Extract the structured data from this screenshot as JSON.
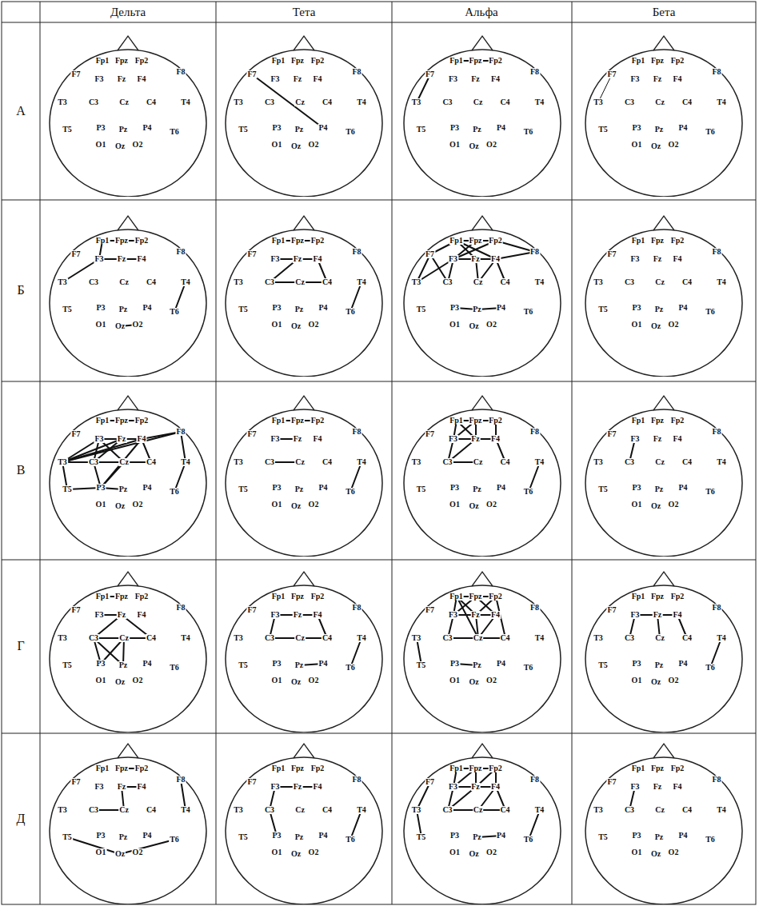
{
  "diagram": {
    "nodes": [
      {
        "text": [
          "Fp1",
          "Fpz",
          "Fp2",
          "F7",
          "F3",
          "Fz",
          "F4",
          "F8",
          "T3",
          "C3",
          "Cz",
          "C4",
          "T4",
          "T5",
          "P3",
          "Pz",
          "P4",
          "T6",
          "O1",
          "Oz",
          "O2"
        ]
      },
      {
        "text": [
          "Fp1",
          "Fpz",
          "Fp2",
          "F7",
          "F3",
          "Fz",
          "F4",
          "F8",
          "T3",
          "C3",
          "Cz",
          "C4",
          "T4",
          "T5",
          "P3",
          "Pz",
          "P4",
          "T6",
          "O1",
          "Oz",
          "O2"
        ]
      },
      {
        "text": [
          "Fp1",
          "Fpz",
          "Fp2",
          "F7",
          "F3",
          "Fz",
          "F4",
          "F8",
          "T3",
          "C3",
          "Cz",
          "C4",
          "T4",
          "T5",
          "P3",
          "Pz",
          "P4",
          "T6",
          "O1",
          "Oz",
          "O2"
        ]
      },
      {
        "text": [
          "Fp1",
          "Fpz",
          "Fp2",
          "F7",
          "F3",
          "Fz",
          "F4",
          "F8",
          "T3",
          "C3",
          "Cz",
          "C4",
          "T4",
          "T5",
          "P3",
          "Pz",
          "P4",
          "T6",
          "O1",
          "Oz",
          "O2"
        ]
      },
      {
        "text": [
          "Fp1",
          "Fpz",
          "Fp2",
          "F7",
          "F3",
          "Fz",
          "F4",
          "F8",
          "T3",
          "C3",
          "Cz",
          "C4",
          "T4",
          "T5",
          "P3",
          "Pz",
          "P4",
          "T6",
          "O1",
          "Oz",
          "O2"
        ]
      },
      {
        "text": [
          "Fp1",
          "Fpz",
          "Fp2",
          "F7",
          "F3",
          "Fz",
          "F4",
          "F8",
          "T3",
          "C3",
          "Cz",
          "C4",
          "T4",
          "T5",
          "P3",
          "Pz",
          "P4",
          "T6",
          "O1",
          "Oz",
          "O2"
        ]
      },
      {
        "text": [
          "Fp1",
          "Fpz",
          "Fp2",
          "F7",
          "F3",
          "Fz",
          "F4",
          "F8",
          "T3",
          "C3",
          "Cz",
          "C4",
          "T4",
          "T5",
          "P3",
          "Pz",
          "P4",
          "T6",
          "O1",
          "Oz",
          "O2"
        ]
      },
      {
        "text": [
          "Fp1",
          "Fpz",
          "Fp2",
          "F7",
          "F3",
          "Fz",
          "F4",
          "F8",
          "T3",
          "C3",
          "Cz",
          "C4",
          "T4",
          "T5",
          "P3",
          "Pz",
          "P4",
          "T6",
          "O1",
          "Oz",
          "O2"
        ]
      },
      {
        "text": [
          "Fp1",
          "Fpz",
          "Fp2",
          "F7",
          "F3",
          "Fz",
          "F4",
          "F8",
          "T3",
          "C3",
          "Cz",
          "C4",
          "T4",
          "T5",
          "P3",
          "Pz",
          "P4",
          "T6",
          "O1",
          "Oz",
          "O2"
        ]
      },
      {
        "text": [
          "Fp1",
          "Fpz",
          "Fp2",
          "F7",
          "F3",
          "Fz",
          "F4",
          "F8",
          "T3",
          "C3",
          "Cz",
          "C4",
          "T4",
          "T5",
          "P3",
          "Pz",
          "P4",
          "T6",
          "O1",
          "Oz",
          "O2"
        ]
      },
      {
        "text": [
          "Fp1",
          "Fpz",
          "Fp2",
          "F7",
          "F3",
          "Fz",
          "F4",
          "F8",
          "T3",
          "C3",
          "Cz",
          "C4",
          "T4",
          "T5",
          "P3",
          "Pz",
          "P4",
          "T6",
          "O1",
          "Oz",
          "O2"
        ]
      },
      {
        "text": [
          "Fp1",
          "Fpz",
          "Fp2",
          "F7",
          "F3",
          "Fz",
          "F4",
          "F8",
          "T3",
          "C3",
          "Cz",
          "C4",
          "T4",
          "T5",
          "P3",
          "Pz",
          "P4",
          "T6",
          "O1",
          "Oz",
          "O2"
        ]
      },
      {
        "text": [
          "Fp1",
          "Fpz",
          "Fp2",
          "F7",
          "F3",
          "Fz",
          "F4",
          "F8",
          "T3",
          "C3",
          "Cz",
          "C4",
          "T4",
          "T5",
          "P3",
          "Pz",
          "P4",
          "T6",
          "O1",
          "Oz",
          "O2"
        ]
      },
      {
        "text": [
          "Fp1",
          "Fpz",
          "Fp2",
          "F7",
          "F3",
          "Fz",
          "F4",
          "F8",
          "T3",
          "C3",
          "Cz",
          "C4",
          "T4",
          "T5",
          "P3",
          "Pz",
          "P4",
          "T6",
          "O1",
          "Oz",
          "O2"
        ]
      },
      {
        "text": [
          "Fp1",
          "Fpz",
          "Fp2",
          "F7",
          "F3",
          "Fz",
          "F4",
          "F8",
          "T3",
          "C3",
          "Cz",
          "C4",
          "T4",
          "T5",
          "P3",
          "Pz",
          "P4",
          "T6",
          "O1",
          "Oz",
          "O2"
        ]
      },
      {
        "text": [
          "Fp1",
          "Fpz",
          "Fp2",
          "F7",
          "F3",
          "Fz",
          "F4",
          "F8",
          "T3",
          "C3",
          "Cz",
          "C4",
          "T4",
          "T5",
          "P3",
          "Pz",
          "P4",
          "T6",
          "O1",
          "Oz",
          "O2"
        ]
      },
      {
        "text": [
          "Fp1",
          "Fpz",
          "Fp2",
          "F7",
          "F3",
          "Fz",
          "F4",
          "F8",
          "T3",
          "C3",
          "Cz",
          "C4",
          "T4",
          "T5",
          "P3",
          "Pz",
          "P4",
          "T6",
          "O1",
          "Oz",
          "O2"
        ]
      },
      {
        "text": [
          "Fp1",
          "Fpz",
          "Fp2",
          "F7",
          "F3",
          "Fz",
          "F4",
          "F8",
          "T3",
          "C3",
          "Cz",
          "C4",
          "T4",
          "T5",
          "P3",
          "Pz",
          "P4",
          "T6",
          "O1",
          "Oz",
          "O2"
        ]
      },
      {
        "text": [
          "Fp1",
          "Fpz",
          "Fp2",
          "F7",
          "F3",
          "Fz",
          "F4",
          "F8",
          "T3",
          "C3",
          "Cz",
          "C4",
          "T4",
          "T5",
          "P3",
          "Pz",
          "P4",
          "T6",
          "O1",
          "Oz",
          "O2"
        ]
      },
      {
        "text": [
          "Fp1",
          "Fpz",
          "Fp2",
          "F7",
          "F3",
          "Fz",
          "F4",
          "F8",
          "T3",
          "C3",
          "Cz",
          "C4",
          "T4",
          "T5",
          "P3",
          "Pz",
          "P4",
          "T6",
          "O1",
          "Oz",
          "O2"
        ]
      }
    ],
    "labels": [
      "Дельта",
      "Тета",
      "Альфа",
      "Бета",
      "А",
      "Б",
      "В",
      "Г",
      "Д"
    ]
  }
}
